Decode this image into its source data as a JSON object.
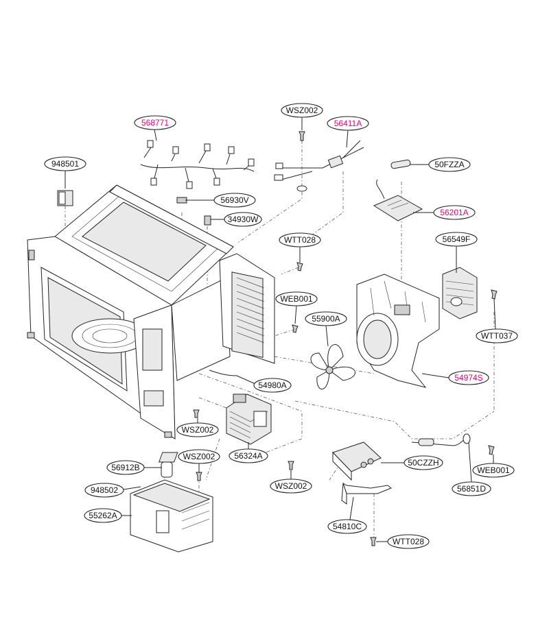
{
  "diagram": {
    "labels": [
      {
        "id": "568771",
        "text": "568771",
        "color": "#e6007e"
      },
      {
        "id": "WSZ002_top",
        "text": "WSZ002",
        "color": "#111111"
      },
      {
        "id": "56411A",
        "text": "56411A",
        "color": "#e6007e"
      },
      {
        "id": "948501",
        "text": "948501",
        "color": "#111111"
      },
      {
        "id": "50FZZA",
        "text": "50FZZA",
        "color": "#111111"
      },
      {
        "id": "56930V",
        "text": "56930V",
        "color": "#111111"
      },
      {
        "id": "34930W",
        "text": "34930W",
        "color": "#111111"
      },
      {
        "id": "56201A",
        "text": "56201A",
        "color": "#e6007e"
      },
      {
        "id": "WTT028_top",
        "text": "WTT028",
        "color": "#111111"
      },
      {
        "id": "56549F",
        "text": "56549F",
        "color": "#111111"
      },
      {
        "id": "WEB001_mid",
        "text": "WEB001",
        "color": "#111111"
      },
      {
        "id": "55900A",
        "text": "55900A",
        "color": "#111111"
      },
      {
        "id": "WTT037",
        "text": "WTT037",
        "color": "#111111"
      },
      {
        "id": "54974S",
        "text": "54974S",
        "color": "#e6007e"
      },
      {
        "id": "54980A",
        "text": "54980A",
        "color": "#111111"
      },
      {
        "id": "WSZ002_left",
        "text": "WSZ002",
        "color": "#111111"
      },
      {
        "id": "56324A",
        "text": "56324A",
        "color": "#111111"
      },
      {
        "id": "56912B",
        "text": "56912B",
        "color": "#111111"
      },
      {
        "id": "WSZ002_low",
        "text": "WSZ002",
        "color": "#111111"
      },
      {
        "id": "50CZZH",
        "text": "50CZZH",
        "color": "#111111"
      },
      {
        "id": "WEB001_low",
        "text": "WEB001",
        "color": "#111111"
      },
      {
        "id": "948502",
        "text": "948502",
        "color": "#111111"
      },
      {
        "id": "WSZ002_bottom",
        "text": "WSZ002",
        "color": "#111111"
      },
      {
        "id": "55262A",
        "text": "55262A",
        "color": "#111111"
      },
      {
        "id": "56851D",
        "text": "56851D",
        "color": "#111111"
      },
      {
        "id": "54810C",
        "text": "54810C",
        "color": "#111111"
      },
      {
        "id": "WTT028_bottom",
        "text": "WTT028",
        "color": "#111111"
      }
    ]
  }
}
